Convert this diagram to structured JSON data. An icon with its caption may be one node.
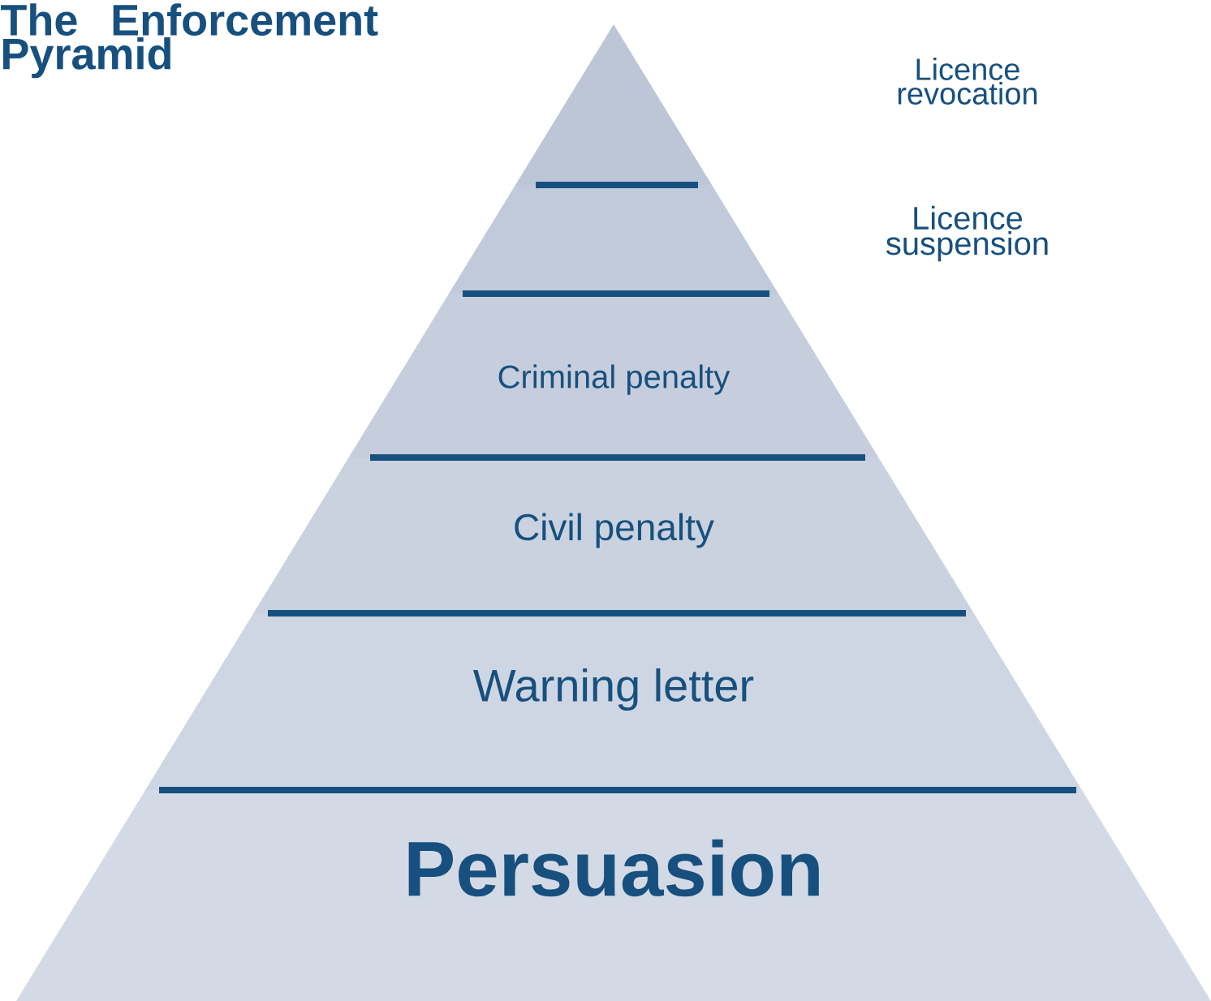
{
  "diagram": {
    "title": "The Enforcement Pyramid",
    "nodes": [
      {
        "text": [],
        "shape": "triangle"
      },
      {
        "text": [],
        "shape": "trapezoid"
      },
      {
        "text": [
          "Criminal penalty"
        ]
      },
      {
        "text": [
          "Civil penalty"
        ]
      },
      {
        "text": [
          "Warning letter"
        ]
      },
      {
        "text": [
          "**Persuasion**"
        ]
      }
    ],
    "edges": [],
    "labels": [
      "Licence revocation",
      "Licence suspension"
    ]
  }
}
